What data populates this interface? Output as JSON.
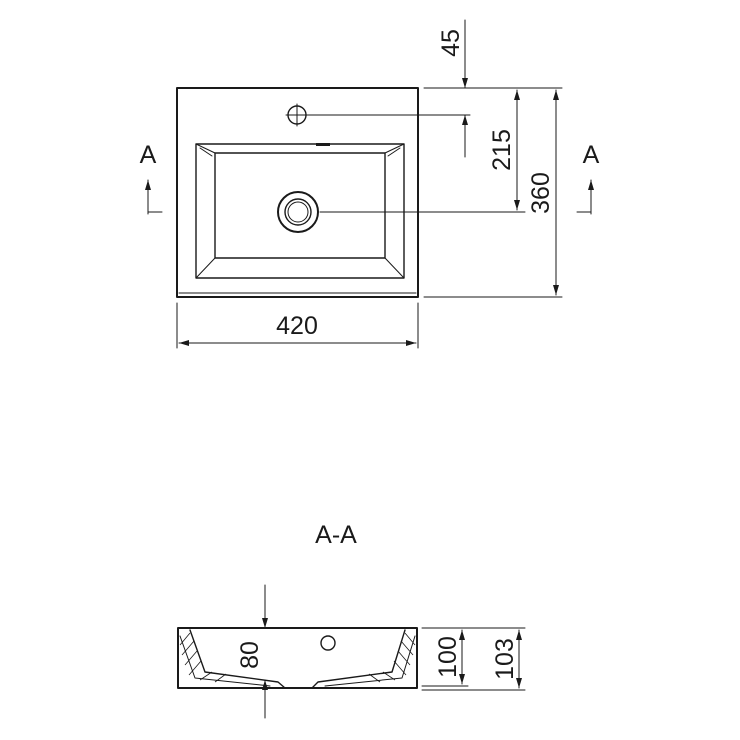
{
  "plan_view": {
    "dim_width": "420",
    "dim_overall_depth": "360",
    "dim_tap_hole_offset": "45",
    "dim_waste_offset": "215",
    "section_marker_left": "A",
    "section_marker_right": "A"
  },
  "section_view": {
    "title": "A-A",
    "dim_basin_depth": "80",
    "dim_height": "100",
    "dim_total_height": "103"
  },
  "colors": {
    "line": "#1a1a1a",
    "background": "#ffffff"
  }
}
